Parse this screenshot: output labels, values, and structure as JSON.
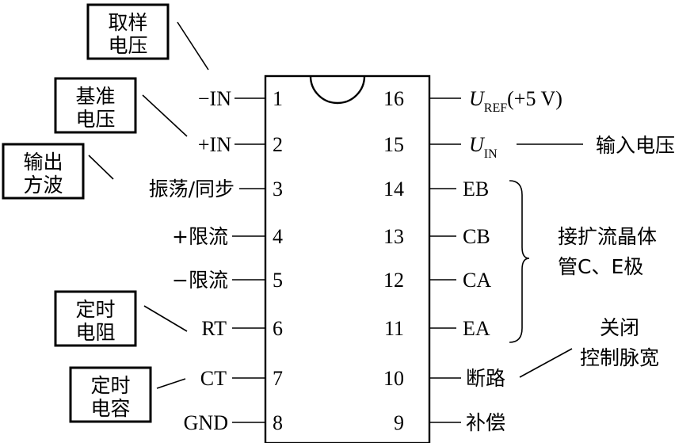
{
  "chip": {
    "left_pins": [
      {
        "num": "1",
        "signal": "−IN"
      },
      {
        "num": "2",
        "signal": "+IN"
      },
      {
        "num": "3",
        "signal": "振荡/同步"
      },
      {
        "num": "4",
        "signal": "+限流"
      },
      {
        "num": "5",
        "signal": "−限流"
      },
      {
        "num": "6",
        "signal": "RT"
      },
      {
        "num": "7",
        "signal": "CT"
      },
      {
        "num": "8",
        "signal": "GND"
      }
    ],
    "right_pins": [
      {
        "num": "16",
        "signal_main": "U",
        "signal_sub": "REF",
        "signal_suffix": "(+5 V)"
      },
      {
        "num": "15",
        "signal_main": "U",
        "signal_sub": "IN",
        "signal_suffix": ""
      },
      {
        "num": "14",
        "signal_main": "EB",
        "signal_sub": "",
        "signal_suffix": ""
      },
      {
        "num": "13",
        "signal_main": "CB",
        "signal_sub": "",
        "signal_suffix": ""
      },
      {
        "num": "12",
        "signal_main": "CA",
        "signal_sub": "",
        "signal_suffix": ""
      },
      {
        "num": "11",
        "signal_main": "EA",
        "signal_sub": "",
        "signal_suffix": ""
      },
      {
        "num": "10",
        "signal_main": "断路",
        "signal_sub": "",
        "signal_suffix": ""
      },
      {
        "num": "9",
        "signal_main": "补偿",
        "signal_sub": "",
        "signal_suffix": ""
      }
    ]
  },
  "boxed_labels": {
    "sample_voltage": [
      "取样",
      "电压"
    ],
    "reference_voltage": [
      "基准",
      "电压"
    ],
    "output_square_wave": [
      "输出",
      "方波"
    ],
    "timing_resistor": [
      "定时",
      "电阻"
    ],
    "timing_capacitor": [
      "定时",
      "电容"
    ]
  },
  "annotations": {
    "input_voltage": "输入电压",
    "transistor_line1": "接扩流晶体",
    "transistor_line2": "管C、E极",
    "shutdown_line1": "关闭",
    "shutdown_line2": "控制脉宽"
  }
}
